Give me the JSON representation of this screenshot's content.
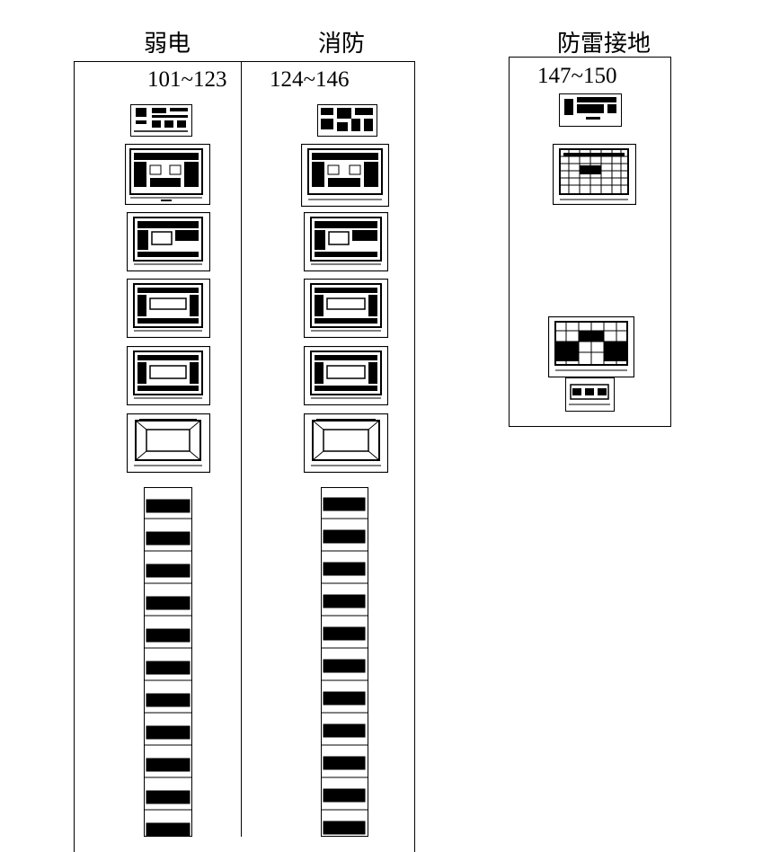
{
  "groups": [
    {
      "id": "weak-current",
      "title": "弱电",
      "range": "101~123"
    },
    {
      "id": "fire-protection",
      "title": "消防",
      "range": "124~146"
    },
    {
      "id": "lightning-grounding",
      "title": "防雷接地",
      "range": "147~150"
    }
  ],
  "colors": {
    "ink": "#000000",
    "paper": "#ffffff"
  }
}
